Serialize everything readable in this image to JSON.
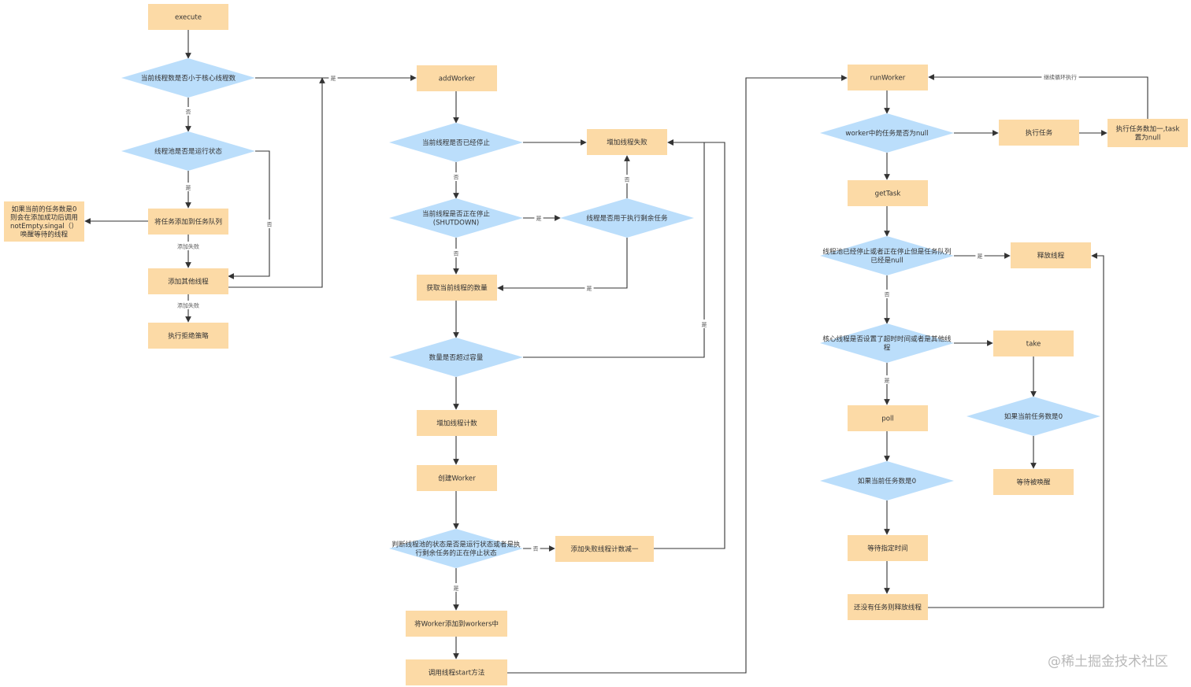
{
  "colors": {
    "process": "#FCDAA6",
    "decision": "#BBDEFB",
    "line": "#333333"
  },
  "watermark": "@稀土掘金技术社区",
  "nodes": [
    {
      "id": "execute",
      "kind": "process",
      "lines": [
        "execute"
      ]
    },
    {
      "id": "d_core",
      "kind": "decision",
      "lines": [
        "当前线程数是否小于核心线程数"
      ]
    },
    {
      "id": "d_running",
      "kind": "decision",
      "lines": [
        "线程池是否是运行状态"
      ]
    },
    {
      "id": "enqueue",
      "kind": "process",
      "lines": [
        "将任务添加到任务队列"
      ]
    },
    {
      "id": "note_wake",
      "kind": "process",
      "lines": [
        "如果当前的任务数是0",
        "则会在添加成功后调用",
        "notEmpty.singal（）",
        "唤醒等待的线程"
      ]
    },
    {
      "id": "add_other",
      "kind": "process",
      "lines": [
        "添加其他线程"
      ]
    },
    {
      "id": "reject",
      "kind": "process",
      "lines": [
        "执行拒绝策略"
      ]
    },
    {
      "id": "addWorker",
      "kind": "process",
      "lines": [
        "addWorker"
      ]
    },
    {
      "id": "d_stopped",
      "kind": "decision",
      "lines": [
        "当前线程是否已经停止"
      ]
    },
    {
      "id": "add_fail",
      "kind": "process",
      "lines": [
        "增加线程失败"
      ]
    },
    {
      "id": "d_shutdown",
      "kind": "decision",
      "lines": [
        "当前线程是否正在停止",
        "(SHUTDOWN)"
      ]
    },
    {
      "id": "d_remaining",
      "kind": "decision",
      "lines": [
        "线程是否用于执行剩余任务"
      ]
    },
    {
      "id": "get_count",
      "kind": "process",
      "lines": [
        "获取当前线程的数量"
      ]
    },
    {
      "id": "d_capacity",
      "kind": "decision",
      "lines": [
        "数量是否超过容量"
      ]
    },
    {
      "id": "inc_count",
      "kind": "process",
      "lines": [
        "增加线程计数"
      ]
    },
    {
      "id": "create_worker",
      "kind": "process",
      "lines": [
        "创建Worker"
      ]
    },
    {
      "id": "d_pool_state",
      "kind": "decision",
      "lines": [
        "判断线程池的状态是否是运行状态或者是执",
        "行剩余任务的正在停止状态"
      ]
    },
    {
      "id": "dec_fail",
      "kind": "process",
      "lines": [
        "添加失败线程计数减一"
      ]
    },
    {
      "id": "add_workers",
      "kind": "process",
      "lines": [
        "将Worker添加到workers中"
      ]
    },
    {
      "id": "start",
      "kind": "process",
      "lines": [
        "调用线程start方法"
      ]
    },
    {
      "id": "runWorker",
      "kind": "process",
      "lines": [
        "runWorker"
      ]
    },
    {
      "id": "d_task_null",
      "kind": "decision",
      "lines": [
        "worker中的任务是否为null"
      ]
    },
    {
      "id": "run_task",
      "kind": "process",
      "lines": [
        "执行任务"
      ]
    },
    {
      "id": "inc_done",
      "kind": "process",
      "lines": [
        "执行任务数加一,task",
        "置为null"
      ]
    },
    {
      "id": "getTask",
      "kind": "process",
      "lines": [
        "getTask"
      ]
    },
    {
      "id": "d_pool_stop",
      "kind": "decision",
      "lines": [
        "线程池已经停止或者正在停止但是任务队列",
        "已经是null"
      ]
    },
    {
      "id": "release",
      "kind": "process",
      "lines": [
        "释放线程"
      ]
    },
    {
      "id": "d_timeout",
      "kind": "decision",
      "lines": [
        "核心线程是否设置了超时时间或者是其他线",
        "程"
      ]
    },
    {
      "id": "take",
      "kind": "process",
      "lines": [
        "take"
      ]
    },
    {
      "id": "poll",
      "kind": "process",
      "lines": [
        "poll"
      ]
    },
    {
      "id": "d_zero_take",
      "kind": "decision",
      "lines": [
        "如果当前任务数是0"
      ]
    },
    {
      "id": "wait_wake",
      "kind": "process",
      "lines": [
        "等待被唤醒"
      ]
    },
    {
      "id": "d_zero_poll",
      "kind": "decision",
      "lines": [
        "如果当前任务数是0"
      ]
    },
    {
      "id": "wait_time",
      "kind": "process",
      "lines": [
        "等待指定时间"
      ]
    },
    {
      "id": "release_if_none",
      "kind": "process",
      "lines": [
        "还没有任务则释放线程"
      ]
    }
  ],
  "edges": [
    {
      "id": "e_exec_core",
      "label": ""
    },
    {
      "id": "e_core_addworker",
      "label": "是"
    },
    {
      "id": "e_core_running",
      "label": "否"
    },
    {
      "id": "e_running_enqueue",
      "label": "是"
    },
    {
      "id": "e_running_other",
      "label": "否"
    },
    {
      "id": "e_enqueue_note",
      "label": ""
    },
    {
      "id": "e_enqueue_other",
      "label": "添加失败"
    },
    {
      "id": "e_other_reject",
      "label": "添加失败"
    },
    {
      "id": "e_other_addworker",
      "label": ""
    },
    {
      "id": "e_addworker_stopped",
      "label": ""
    },
    {
      "id": "e_stopped_fail",
      "label": ""
    },
    {
      "id": "e_stopped_shutdown",
      "label": "否"
    },
    {
      "id": "e_shutdown_remaining",
      "label": "是"
    },
    {
      "id": "e_remaining_fail",
      "label": "否"
    },
    {
      "id": "e_remaining_count",
      "label": "是"
    },
    {
      "id": "e_shutdown_count",
      "label": "否"
    },
    {
      "id": "e_count_capacity",
      "label": ""
    },
    {
      "id": "e_capacity_fail",
      "label": "是"
    },
    {
      "id": "e_capacity_inc",
      "label": ""
    },
    {
      "id": "e_inc_create",
      "label": ""
    },
    {
      "id": "e_create_state",
      "label": ""
    },
    {
      "id": "e_state_dec",
      "label": "否"
    },
    {
      "id": "e_dec_fail",
      "label": ""
    },
    {
      "id": "e_state_add",
      "label": "是"
    },
    {
      "id": "e_add_start",
      "label": ""
    },
    {
      "id": "e_start_run",
      "label": ""
    },
    {
      "id": "e_run_tasknull",
      "label": ""
    },
    {
      "id": "e_tasknull_exec",
      "label": ""
    },
    {
      "id": "e_exec_done",
      "label": ""
    },
    {
      "id": "e_done_run",
      "label": "继续循环执行"
    },
    {
      "id": "e_tasknull_get",
      "label": ""
    },
    {
      "id": "e_get_poolstop",
      "label": ""
    },
    {
      "id": "e_poolstop_release",
      "label": "是"
    },
    {
      "id": "e_poolstop_timeout",
      "label": "否"
    },
    {
      "id": "e_timeout_take",
      "label": ""
    },
    {
      "id": "e_timeout_poll",
      "label": "是"
    },
    {
      "id": "e_take_zero",
      "label": ""
    },
    {
      "id": "e_zero_wait",
      "label": ""
    },
    {
      "id": "e_poll_zero",
      "label": ""
    },
    {
      "id": "e_zero_waittime",
      "label": ""
    },
    {
      "id": "e_waittime_none",
      "label": ""
    },
    {
      "id": "e_none_release",
      "label": ""
    }
  ]
}
